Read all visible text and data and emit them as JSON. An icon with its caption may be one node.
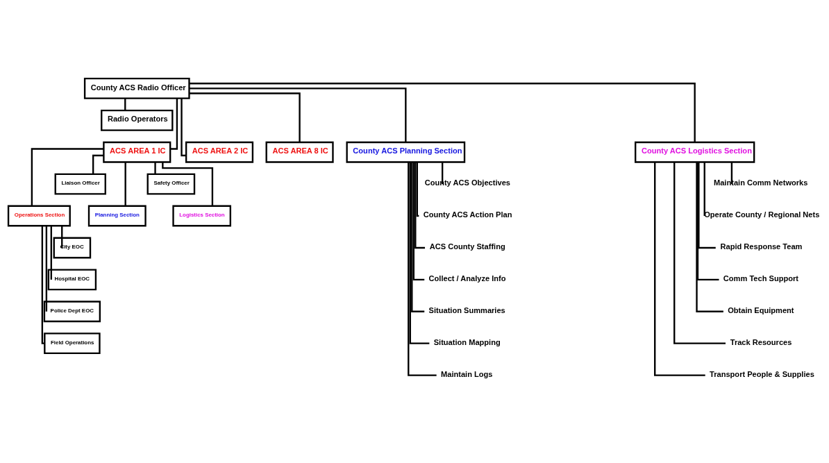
{
  "diagram": {
    "nodes": [
      {
        "text": [
          "County ACS Radio Officer"
        ]
      },
      {
        "text": [
          "Radio Operators"
        ]
      },
      {
        "text": [
          "ACS AREA 1 IC"
        ]
      },
      {
        "text": [
          "ACS AREA 2 IC"
        ]
      },
      {
        "text": [
          "ACS AREA 8 IC"
        ]
      },
      {
        "text": [
          "County ACS Planning Section"
        ]
      },
      {
        "text": [
          "County ACS Logistics Section"
        ]
      },
      {
        "text": [
          "Liaison Officer"
        ]
      },
      {
        "text": [
          "Safety Officer"
        ]
      },
      {
        "text": [
          "Operations Section"
        ]
      },
      {
        "text": [
          "Planning Section"
        ]
      },
      {
        "text": [
          "Logistics Section"
        ]
      },
      {
        "text": [
          "City EOC"
        ]
      },
      {
        "text": [
          "Hospital EOC"
        ]
      },
      {
        "text": [
          "Police Dept EOC"
        ]
      },
      {
        "text": [
          "Field Operations"
        ]
      },
      {
        "text": [
          "County ACS Objectives"
        ]
      },
      {
        "text": [
          "County ACS Action Plan"
        ]
      },
      {
        "text": [
          "ACS County Staffing"
        ]
      },
      {
        "text": [
          "Collect / Analyze Info"
        ]
      },
      {
        "text": [
          "Situation Summaries"
        ]
      },
      {
        "text": [
          "Situation Mapping"
        ]
      },
      {
        "text": [
          "Maintain Logs"
        ]
      },
      {
        "text": [
          "Maintain Comm Networks"
        ]
      },
      {
        "text": [
          "Operate County / Regional Nets"
        ]
      },
      {
        "text": [
          "Rapid Response Team"
        ]
      },
      {
        "text": [
          "Comm Tech Support"
        ]
      },
      {
        "text": [
          "Obtain Equipment"
        ]
      },
      {
        "text": [
          "Track Resources"
        ]
      },
      {
        "text": [
          "Transport People & Supplies"
        ]
      }
    ],
    "edges": [
      {
        "from": 0,
        "to": 1,
        "arrow": "none"
      },
      {
        "from": 0,
        "to": 2,
        "arrow": "none"
      },
      {
        "from": 0,
        "to": 3,
        "arrow": "none"
      },
      {
        "from": 0,
        "to": 4,
        "arrow": "none"
      },
      {
        "from": 0,
        "to": 5,
        "arrow": "none"
      },
      {
        "from": 0,
        "to": 6,
        "arrow": "none"
      },
      {
        "from": 2,
        "to": 7,
        "arrow": "none"
      },
      {
        "from": 2,
        "to": 8,
        "arrow": "none"
      },
      {
        "from": 2,
        "to": 9,
        "arrow": "none"
      },
      {
        "from": 2,
        "to": 10,
        "arrow": "none"
      },
      {
        "from": 2,
        "to": 11,
        "arrow": "none"
      },
      {
        "from": 9,
        "to": 12,
        "arrow": "none"
      },
      {
        "from": 9,
        "to": 13,
        "arrow": "none"
      },
      {
        "from": 9,
        "to": 14,
        "arrow": "none"
      },
      {
        "from": 9,
        "to": 15,
        "arrow": "none"
      },
      {
        "from": 5,
        "to": 16,
        "arrow": "none"
      },
      {
        "from": 5,
        "to": 17,
        "arrow": "none"
      },
      {
        "from": 5,
        "to": 18,
        "arrow": "none"
      },
      {
        "from": 5,
        "to": 19,
        "arrow": "none"
      },
      {
        "from": 5,
        "to": 20,
        "arrow": "none"
      },
      {
        "from": 5,
        "to": 21,
        "arrow": "none"
      },
      {
        "from": 5,
        "to": 22,
        "arrow": "none"
      },
      {
        "from": 6,
        "to": 23,
        "arrow": "none"
      },
      {
        "from": 6,
        "to": 24,
        "arrow": "none"
      },
      {
        "from": 6,
        "to": 25,
        "arrow": "none"
      },
      {
        "from": 6,
        "to": 26,
        "arrow": "none"
      },
      {
        "from": 6,
        "to": 27,
        "arrow": "none"
      },
      {
        "from": 6,
        "to": 28,
        "arrow": "none"
      },
      {
        "from": 6,
        "to": 29,
        "arrow": "none"
      }
    ]
  }
}
